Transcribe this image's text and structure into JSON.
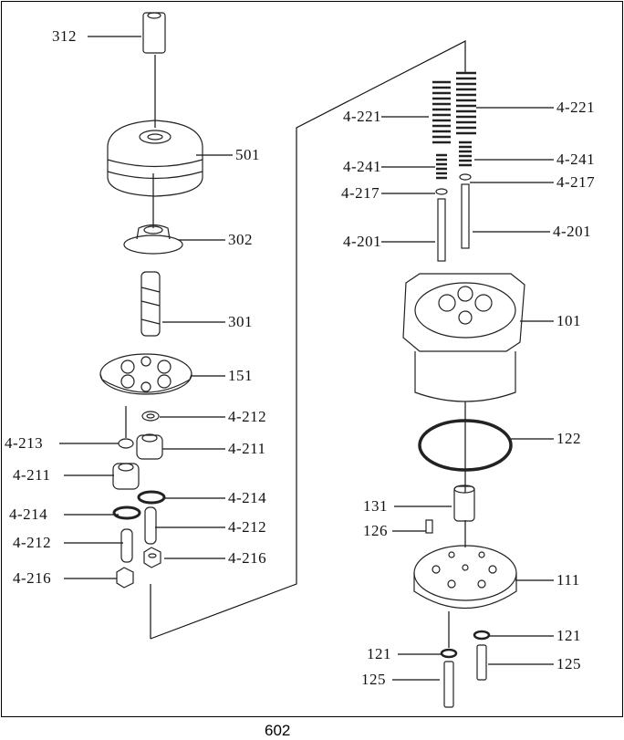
{
  "caption": "602",
  "labels": {
    "l312": "312",
    "l501": "501",
    "l302": "302",
    "l301": "301",
    "l151": "151",
    "l4212a": "4-212",
    "l4213": "4-213",
    "l4211a": "4-211",
    "l4211b": "4-211",
    "l4214a": "4-214",
    "l4214b": "4-214",
    "l4212b": "4-212",
    "l4212c": "4-212",
    "l4216a": "4-216",
    "l4216b": "4-216",
    "l4221a": "4-221",
    "l4221b": "4-221",
    "l4241a": "4-241",
    "l4241b": "4-241",
    "l4217a": "4-217",
    "l4217b": "4-217",
    "l4201a": "4-201",
    "l4201b": "4-201",
    "l101": "101",
    "l122": "122",
    "l131": "131",
    "l126": "126",
    "l111": "111",
    "l121a": "121",
    "l121b": "121",
    "l125a": "125",
    "l125b": "125"
  }
}
